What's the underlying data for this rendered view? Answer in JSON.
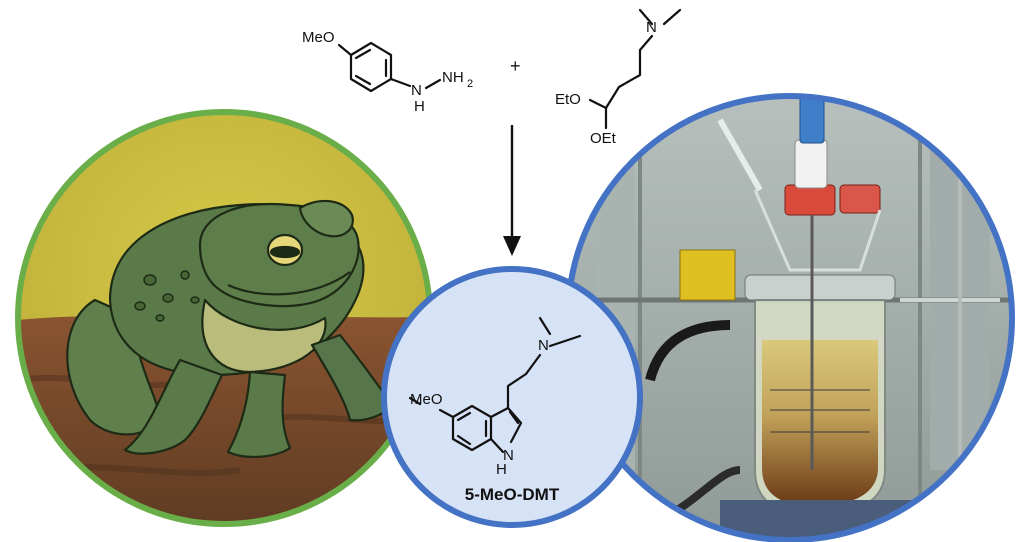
{
  "scheme": {
    "reactant_a": {
      "substituent_label": "MeO",
      "hydrazine_nh2": "NH",
      "hydrazine_sub2": "2",
      "hydrazine_nh": "N",
      "hydrazine_h": "H"
    },
    "plus_sign": "+",
    "reactant_b": {
      "amine_label": "N",
      "ethoxy_left": "EtO",
      "ethoxy_bottom": "OEt"
    },
    "product": {
      "substituent_label": "MeO",
      "amine_label": "N",
      "indole_n": "N",
      "indole_h": "H",
      "name": "5-MeO-DMT"
    }
  },
  "panels": {
    "left_circle": {
      "subject": "toad-illustration",
      "ring_color": "#6aae4a"
    },
    "center_circle": {
      "ring_color": "#4472c4",
      "fill_color": "#d6e2f5"
    },
    "right_circle": {
      "subject": "reactor-photo",
      "ring_color": "#4472c4"
    }
  },
  "colors": {
    "toad_sky": "#cdbf3d",
    "toad_ground": "#7a4a2a",
    "toad_body": "#5a7a4a",
    "toad_belly": "#b9bc7a"
  }
}
